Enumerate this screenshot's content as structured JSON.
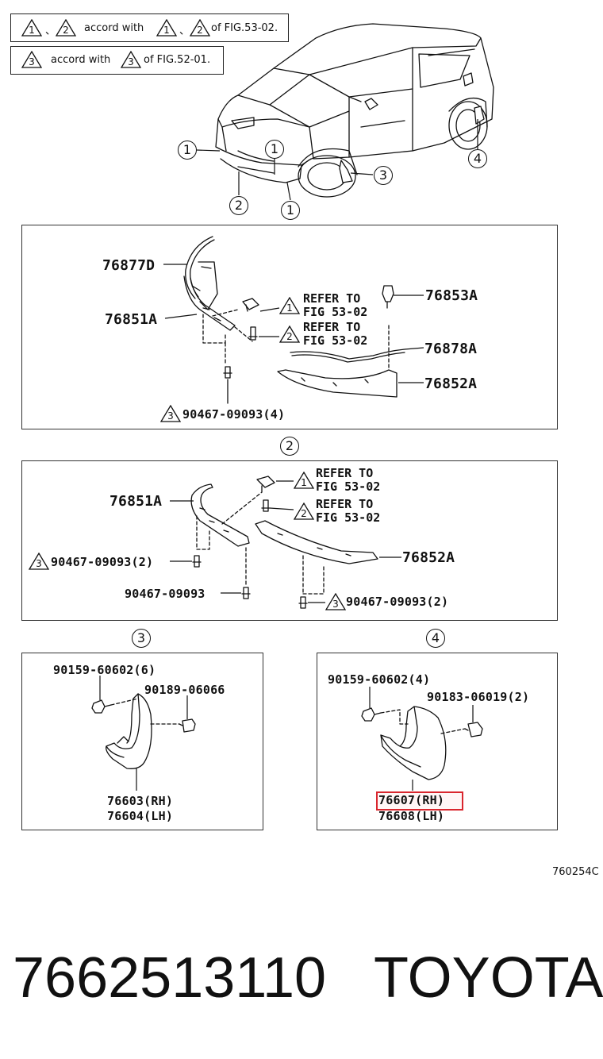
{
  "legend": {
    "row1": {
      "mark_a": "1",
      "mark_b": "2",
      "text_mid": "accord with",
      "mark_c": "1",
      "mark_d": "2",
      "text_end": "of FIG.53-02."
    },
    "row2": {
      "mark_a": "3",
      "text_mid": "accord with",
      "mark_c": "3",
      "text_end": "of FIG.52-01."
    }
  },
  "car_callouts": [
    "1",
    "1",
    "2",
    "1",
    "3",
    "4"
  ],
  "panel1": {
    "parts": [
      "76877D",
      "76851A",
      "76853A",
      "76878A",
      "76852A"
    ],
    "refer1": {
      "mark": "1",
      "text": "REFER TO\nFIG 53-02"
    },
    "refer2": {
      "mark": "2",
      "text": "REFER TO\nFIG 53-02"
    },
    "bolt": {
      "mark": "3",
      "text": "90467-09093(4)"
    }
  },
  "panel2": {
    "callout": "2",
    "parts": [
      "76851A",
      "76852A"
    ],
    "refer1": {
      "mark": "1",
      "text": "REFER TO\nFIG 53-02"
    },
    "refer2": {
      "mark": "2",
      "text": "REFER TO\nFIG 53-02"
    },
    "bolt_left": {
      "mark": "3",
      "text": "90467-09093(2)"
    },
    "bolt_mid": {
      "text": "90467-09093"
    },
    "bolt_right": {
      "mark": "3",
      "text": "90467-09093(2)"
    }
  },
  "panel3": {
    "callout": "3",
    "screw": "90159-60602(6)",
    "clip": "90189-06066",
    "part_rh": "76603(RH)",
    "part_lh": "76604(LH)"
  },
  "panel4": {
    "callout": "4",
    "screw": "90159-60602(4)",
    "clip": "90183-06019(2)",
    "part_rh": "76607(RH)",
    "part_lh": "76608(LH)"
  },
  "catalog_code": "760254C",
  "footer": {
    "part_number": "7662513110",
    "brand": "TOYOTA"
  },
  "colors": {
    "highlight": "#d9262e",
    "line": "#111111"
  }
}
